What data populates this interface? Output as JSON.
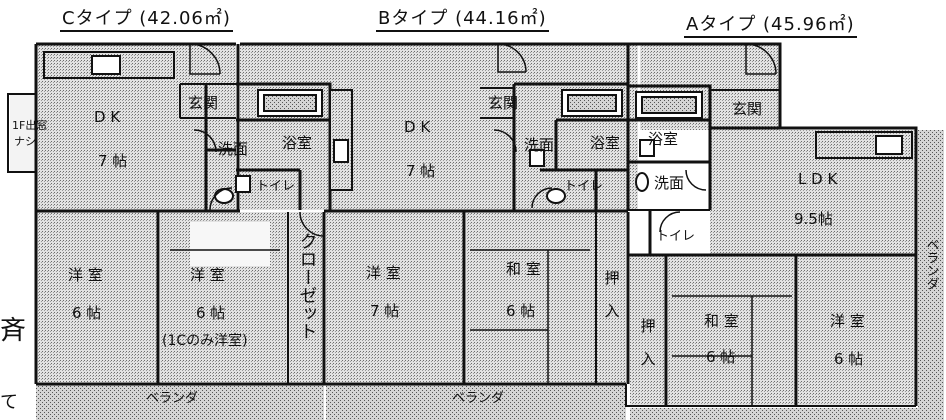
{
  "headers": {
    "c_type": "Cタイプ (42.06㎡)",
    "b_type": "Bタイプ (44.16㎡)",
    "a_type": "Aタイプ (45.96㎡)"
  },
  "rooms": {
    "c_dk": "D K",
    "c_dk_size": "7 帖",
    "c_entrance": "玄関",
    "c_bath": "浴室",
    "c_wash": "洗面",
    "c_toilet": "トイレ",
    "c_western1": "洋 室",
    "c_western1_size": "6 帖",
    "c_western2": "洋 室",
    "c_western2_size": "6 帖",
    "c_note": "(1Cのみ洋室)",
    "closet": "クローゼット",
    "b_dk": "D K",
    "b_dk_size": "7 帖",
    "b_entrance": "玄関",
    "b_wash": "洗面",
    "b_bath": "浴室",
    "b_toilet": "トイレ",
    "b_western": "洋 室",
    "b_western_size": "7 帖",
    "b_japanese": "和 室",
    "b_japanese_size": "6 帖",
    "b_oshiire": "押入",
    "a_bath": "浴室",
    "a_wash": "洗面",
    "a_toilet": "トイレ",
    "a_entrance": "玄関",
    "a_ldk": "L D K",
    "a_ldk_size": "9.5帖",
    "a_oshiire": "押入",
    "a_japanese": "和 室",
    "a_japanese_size": "6 帖",
    "a_western": "洋 室",
    "a_western_size": "6 帖"
  },
  "balconies": {
    "left": "ベランダ",
    "middle": "ベランダ",
    "right": "ベランダ"
  },
  "side_notes": {
    "outlet": "1F出窓",
    "outlet2": "ナシ",
    "edge_char": "斉",
    "edge_char2": "て"
  },
  "colors": {
    "line": "#111111",
    "paper": "#ffffff",
    "floor": "#cfcfcf"
  }
}
